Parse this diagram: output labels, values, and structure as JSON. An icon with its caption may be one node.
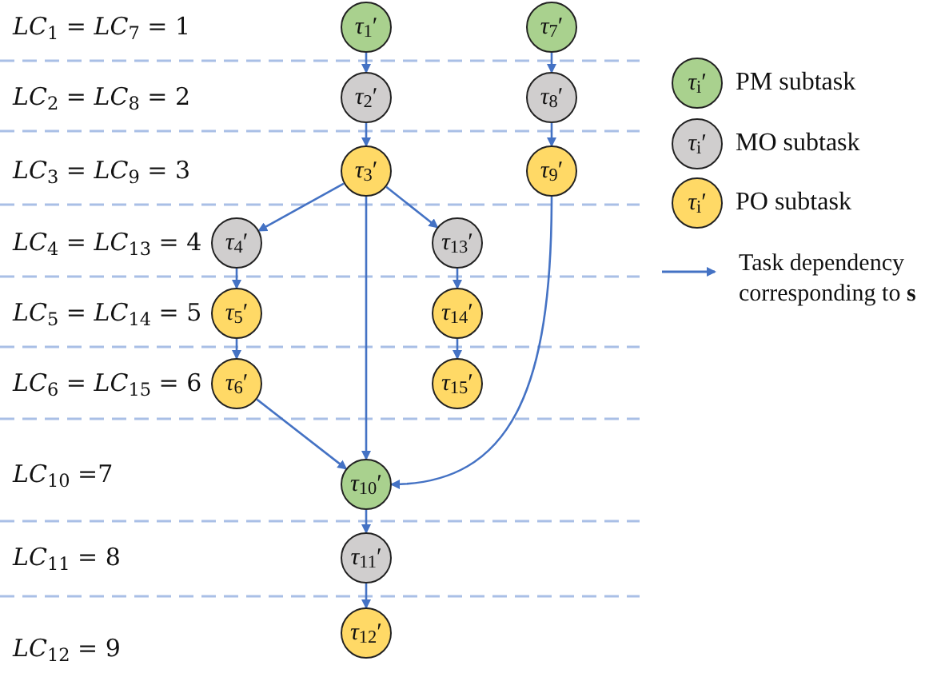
{
  "diagram": {
    "nodes": [
      {
        "text": [
          "*τ*$_{1}$′"
        ]
      },
      {
        "text": [
          "*τ*$_{2}$′"
        ]
      },
      {
        "text": [
          "*τ*$_{3}$′"
        ]
      },
      {
        "text": [
          "*τ*$_{4}$′"
        ]
      },
      {
        "text": [
          "*τ*$_{5}$′"
        ]
      },
      {
        "text": [
          "*τ*$_{6}$′"
        ]
      },
      {
        "text": [
          "*τ*$_{7}$′"
        ]
      },
      {
        "text": [
          "*τ*$_{8}$′"
        ]
      },
      {
        "text": [
          "*τ*$_{9}$′"
        ]
      },
      {
        "text": [
          "*τ*$_{10}$′"
        ]
      },
      {
        "text": [
          "*τ*$_{11}$′"
        ]
      },
      {
        "text": [
          "*τ*$_{12}$′"
        ]
      },
      {
        "text": [
          "*τ*$_{13}$′"
        ]
      },
      {
        "text": [
          "*τ*$_{14}$′"
        ]
      },
      {
        "text": [
          "*τ*$_{15}$′"
        ]
      }
    ],
    "edges": [
      {
        "from": 0,
        "to": 1,
        "arrow": "to"
      },
      {
        "from": 1,
        "to": 2,
        "arrow": "to"
      },
      {
        "from": 2,
        "to": 3,
        "arrow": "to"
      },
      {
        "from": 2,
        "to": 12,
        "arrow": "to"
      },
      {
        "from": 2,
        "to": 9,
        "arrow": "to"
      },
      {
        "from": 3,
        "to": 4,
        "arrow": "to"
      },
      {
        "from": 4,
        "to": 5,
        "arrow": "to"
      },
      {
        "from": 5,
        "to": 9,
        "arrow": "to"
      },
      {
        "from": 12,
        "to": 13,
        "arrow": "to"
      },
      {
        "from": 13,
        "to": 14,
        "arrow": "to"
      },
      {
        "from": 6,
        "to": 7,
        "arrow": "to"
      },
      {
        "from": 7,
        "to": 8,
        "arrow": "to"
      },
      {
        "from": 8,
        "to": 9,
        "arrow": "to"
      },
      {
        "from": 9,
        "to": 10,
        "arrow": "to"
      },
      {
        "from": 10,
        "to": 11,
        "arrow": "to"
      }
    ],
    "labels": [
      "*LC*$_{1}$ = *LC*$_{7}$ = 1",
      "*LC*$_{2}$ = *LC*$_{8}$ = 2",
      "*LC*$_{3}$ = *LC*$_{9}$ = 3",
      "*LC*$_{4}$ = *LC*$_{13}$ = 4",
      "*LC*$_{5}$ = *LC*$_{14}$ = 5",
      "*LC*$_{6}$ = *LC*$_{15}$ = 6",
      "*LC*$_{10}$ =7",
      "*LC*$_{11}$ = 8",
      "*LC*$_{12}$ = 9",
      "*τ*$_{i}$′",
      "*τ*$_{i}$′",
      "*τ*$_{i}$′"
    ],
    "legend": [
      {
        "text": "PM subtask",
        "color": "#a9d18e"
      },
      {
        "text": "MO subtask",
        "color": "#d0cece"
      },
      {
        "text": "PO subtask",
        "color": "#ffd966"
      },
      {
        "text": "Task dependency corresponding to **s**"
      }
    ]
  }
}
